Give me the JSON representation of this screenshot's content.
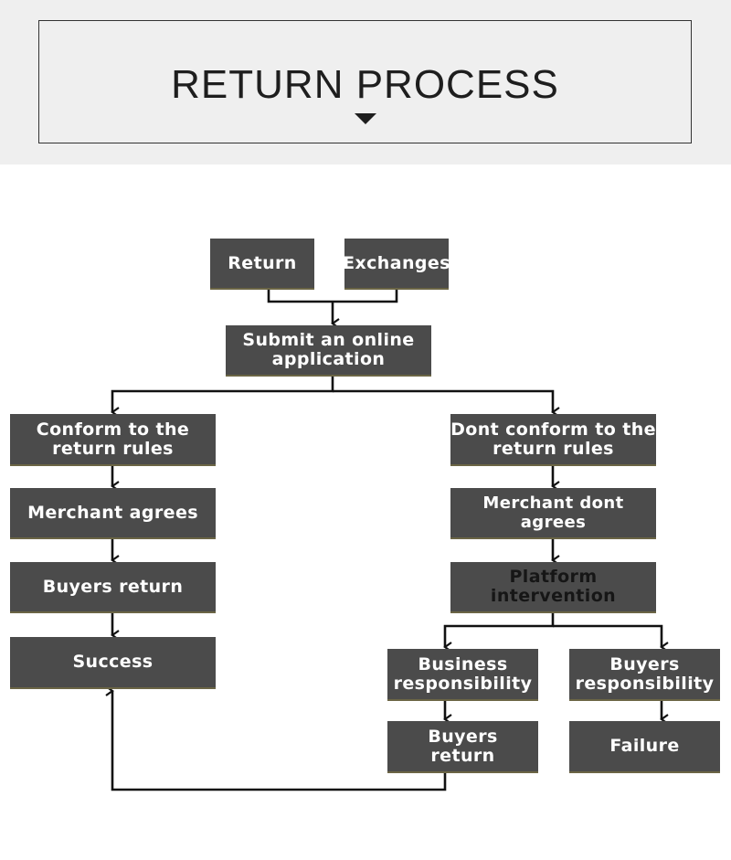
{
  "header": {
    "title": "RETURN PROCESS",
    "caret_icon": "triangle-down-icon"
  },
  "colors": {
    "node_fill": "#4b4b4b",
    "node_text": "#ffffff",
    "line": "#111111",
    "header_band": "#efefef"
  },
  "nodes": {
    "return": "Return",
    "exchanges": "Exchanges",
    "submit": "Submit an online\napplication",
    "conform": "Conform to the\nreturn rules",
    "merchant_agrees": "Merchant agrees",
    "buyers_return_left": "Buyers return",
    "success": "Success",
    "dont_conform": "Dont conform to the\nreturn rules",
    "merchant_dont_agrees": "Merchant dont agrees",
    "platform": "Platform\nintervention",
    "business_resp": "Business\nresponsibility",
    "buyers_resp": "Buyers\nresponsibility",
    "buyers_return_right": "Buyers\nreturn",
    "failure": "Failure"
  }
}
